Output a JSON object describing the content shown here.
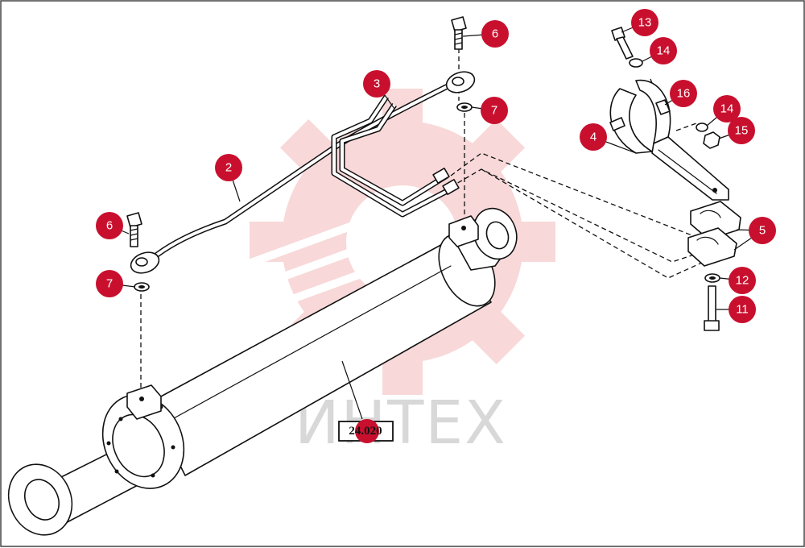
{
  "diagram": {
    "watermark": {
      "text": "ИНТЕХ",
      "color": "#f4b9b9",
      "text_color": "#d8d8d8"
    },
    "accent_color": "#c8102e",
    "reference_label": "24.020",
    "callouts": [
      {
        "id": "c-2",
        "label": "2"
      },
      {
        "id": "c-3",
        "label": "3"
      },
      {
        "id": "c-4",
        "label": "4"
      },
      {
        "id": "c-5",
        "label": "5"
      },
      {
        "id": "c-6a",
        "label": "6"
      },
      {
        "id": "c-6b",
        "label": "6"
      },
      {
        "id": "c-7a",
        "label": "7"
      },
      {
        "id": "c-7b",
        "label": "7"
      },
      {
        "id": "c-11",
        "label": "11"
      },
      {
        "id": "c-12",
        "label": "12"
      },
      {
        "id": "c-13",
        "label": "13"
      },
      {
        "id": "c-14a",
        "label": "14"
      },
      {
        "id": "c-14b",
        "label": "14"
      },
      {
        "id": "c-15",
        "label": "15"
      },
      {
        "id": "c-16",
        "label": "16"
      }
    ]
  }
}
